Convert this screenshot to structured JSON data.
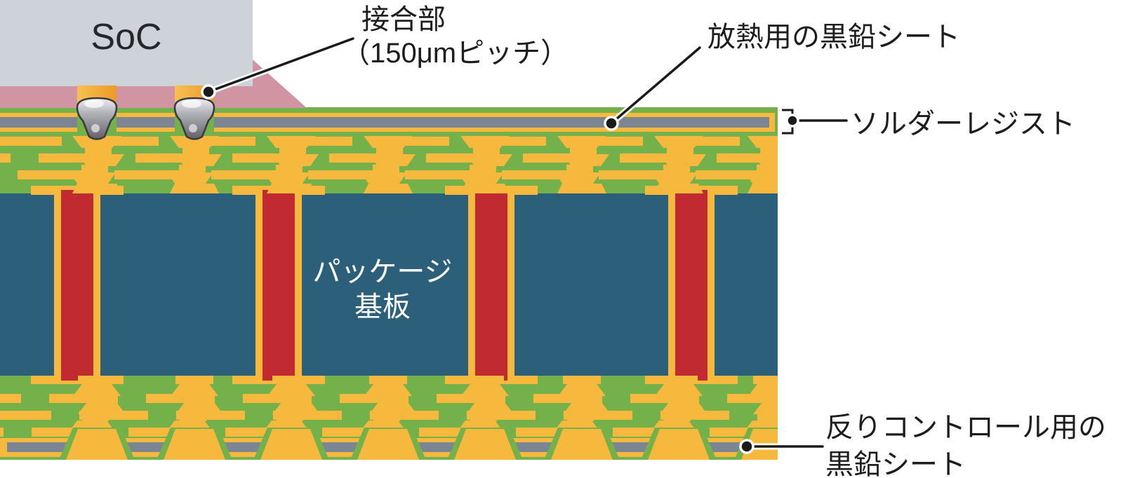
{
  "labels": {
    "soc": "SoC",
    "joint_line1": "接合部",
    "joint_line2": "（150μmピッチ）",
    "heat_sheet": "放熱用の黒鉛シート",
    "solder_resist": "ソルダーレジスト",
    "warp_line1": "反りコントロール用の",
    "warp_line2": "黒鉛シート",
    "core_line1": "パッケージ",
    "core_line2": "基板"
  },
  "colors": {
    "background": "#ffffff",
    "soc_gray": "#cdd3d9",
    "underfill_pink": "#d094a3",
    "resin_green": "#74b14b",
    "copper_yellow": "#f6b93e",
    "copper_orange": "#ee9f2e",
    "graphite_gray": "#7c8692",
    "core_teal": "#2c5f7a",
    "via_red": "#c02a30",
    "line_black": "#1a1a1a",
    "text_black": "#1d1d1f",
    "core_text_white": "#ffffff"
  }
}
